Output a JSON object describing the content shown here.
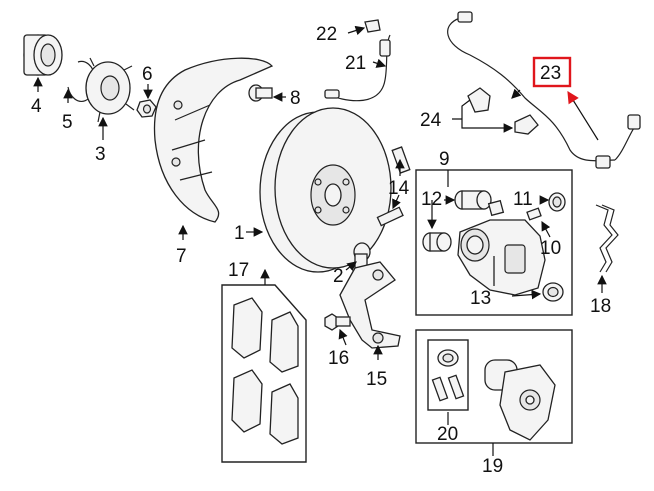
{
  "callouts": {
    "c1": "1",
    "c2": "2",
    "c3": "3",
    "c4": "4",
    "c5": "5",
    "c6": "6",
    "c7": "7",
    "c8": "8",
    "c9": "9",
    "c10": "10",
    "c11": "11",
    "c12": "12",
    "c13": "13",
    "c14": "14",
    "c15": "15",
    "c16": "16",
    "c17": "17",
    "c18": "18",
    "c19": "19",
    "c20": "20",
    "c21": "21",
    "c22": "22",
    "c23": "23",
    "c24": "24"
  },
  "highlight": {
    "callout": "23",
    "color": "#e0161c"
  }
}
